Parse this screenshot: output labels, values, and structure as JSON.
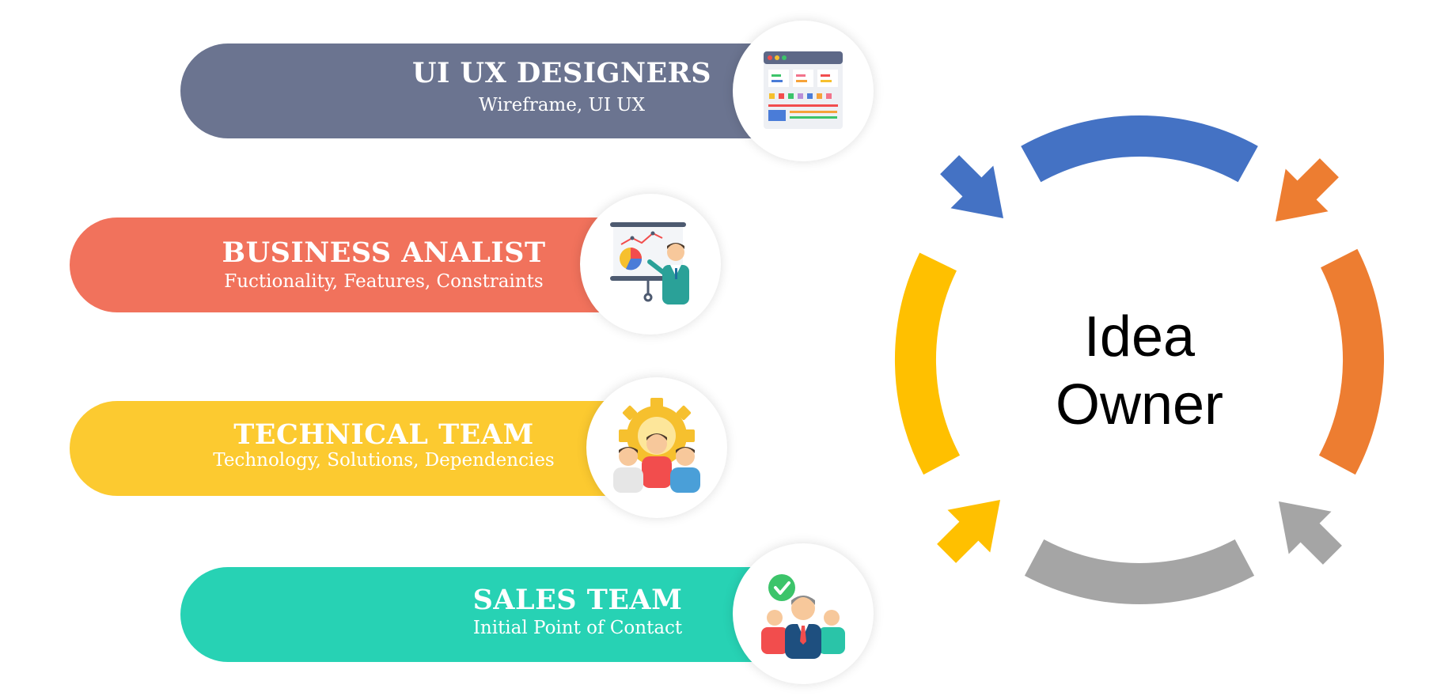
{
  "roles": [
    {
      "id": "ui-ux-designers",
      "title": "UI UX DESIGNERS",
      "subtitle": "Wireframe, UI UX",
      "color": "#6b7490",
      "icon": "browser-wireframe-icon"
    },
    {
      "id": "business-analist",
      "title": "BUSINESS ANALIST",
      "subtitle": "Fuctionality, Features, Constraints",
      "color": "#f1725c",
      "icon": "presenter-chart-icon"
    },
    {
      "id": "technical-team",
      "title": "TECHNICAL TEAM",
      "subtitle": "Technology, Solutions, Dependencies",
      "color": "#fcca30",
      "icon": "team-gear-icon"
    },
    {
      "id": "sales-team",
      "title": "SALES TEAM",
      "subtitle": "Initial Point of Contact",
      "color": "#27d2b4",
      "icon": "sales-team-check-icon"
    }
  ],
  "cycle": {
    "center_line1": "Idea",
    "center_line2": "Owner",
    "segment_colors": {
      "top": "#4472c4",
      "right": "#ed7d31",
      "bottom": "#a5a5a5",
      "left": "#ffc000"
    }
  }
}
